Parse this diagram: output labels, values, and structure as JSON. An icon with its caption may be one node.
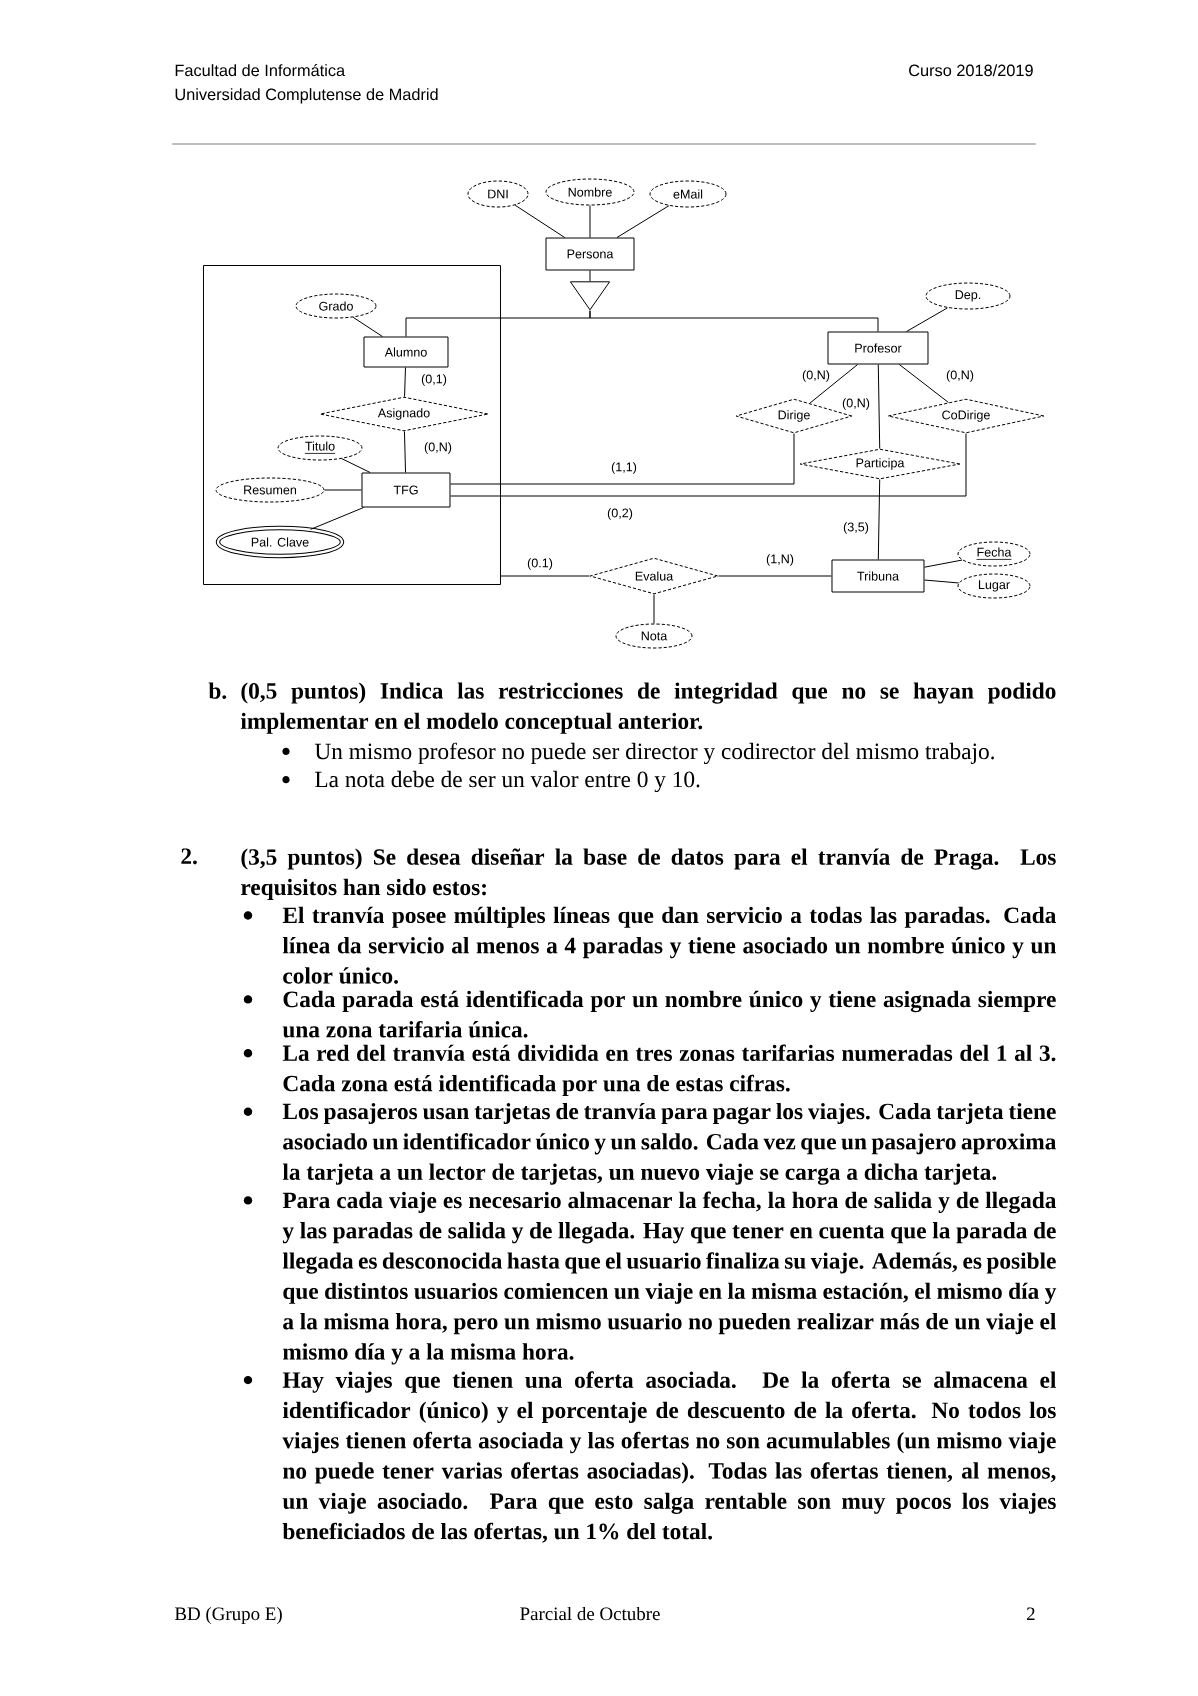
{
  "diagram": {
    "nodes": [
      {
        "text": [
          "DNI"
        ]
      },
      {
        "text": [
          "Nombre"
        ]
      },
      {
        "text": [
          "eMail"
        ]
      },
      {
        "text": [
          "Persona"
        ]
      },
      {
        "text": [],
        "shape": "triangle"
      },
      {
        "text": [],
        "shape": "box"
      },
      {
        "text": [
          "Grado"
        ],
        "in": 5
      },
      {
        "text": [
          "Alumno"
        ],
        "in": 5
      },
      {
        "text": [
          "Asignado"
        ],
        "in": 5
      },
      {
        "text": [
          "Titulo"
        ],
        "in": 5
      },
      {
        "text": [
          "Resumen"
        ],
        "in": 5
      },
      {
        "text": [
          "TFG"
        ],
        "in": 5
      },
      {
        "text": [
          "Pal. Clave"
        ],
        "in": 5
      },
      {
        "text": [
          "Dep."
        ]
      },
      {
        "text": [
          "Profesor"
        ]
      },
      {
        "text": [
          "Dirige"
        ]
      },
      {
        "text": [
          "CoDirige"
        ]
      },
      {
        "text": [
          "Participa"
        ]
      },
      {
        "text": [
          "Evalua"
        ]
      },
      {
        "text": [
          "Tribuna"
        ]
      },
      {
        "text": [
          "Fecha"
        ]
      },
      {
        "text": [
          "Lugar"
        ]
      },
      {
        "text": [
          "Nota"
        ]
      }
    ],
    "edges": [
      {
        "from": 0,
        "to": 3,
        "arrow": "none"
      },
      {
        "from": 1,
        "to": 3,
        "arrow": "none"
      },
      {
        "from": 2,
        "to": 3,
        "arrow": "none"
      },
      {
        "from": 3,
        "to": 4,
        "arrow": "none"
      },
      {
        "from": 4,
        "to": 7,
        "arrow": "none"
      },
      {
        "from": 4,
        "to": 14,
        "arrow": "none"
      },
      {
        "from": 6,
        "to": 7,
        "arrow": "none"
      },
      {
        "from": 7,
        "to": 8,
        "arrow": "none",
        "label": "(0,1)"
      },
      {
        "from": 8,
        "to": 11,
        "arrow": "none",
        "label": "(0,N)"
      },
      {
        "from": 9,
        "to": 11,
        "arrow": "none"
      },
      {
        "from": 10,
        "to": 11,
        "arrow": "none"
      },
      {
        "from": 12,
        "to": 11,
        "arrow": "none"
      },
      {
        "from": 13,
        "to": 14,
        "arrow": "none"
      },
      {
        "from": 14,
        "to": 15,
        "arrow": "none",
        "label": "(0,N)"
      },
      {
        "from": 14,
        "to": 17,
        "arrow": "none",
        "label": "(0,N)"
      },
      {
        "from": 14,
        "to": 16,
        "arrow": "none",
        "label": "(0,N)"
      },
      {
        "from": 11,
        "to": 15,
        "arrow": "none",
        "label": "(1,1)"
      },
      {
        "from": 11,
        "to": 16,
        "arrow": "none",
        "label": "(0,2)"
      },
      {
        "from": 17,
        "to": 19,
        "arrow": "none",
        "label": "(3,5)"
      },
      {
        "from": 5,
        "to": 18,
        "arrow": "none",
        "label": "(0.1)"
      },
      {
        "from": 18,
        "to": 19,
        "arrow": "none",
        "label": "(1,N)"
      },
      {
        "from": 20,
        "to": 19,
        "arrow": "none"
      },
      {
        "from": 21,
        "to": 19,
        "arrow": "none"
      },
      {
        "from": 22,
        "to": 18,
        "arrow": "none"
      }
    ],
    "labels": [
      "Facultad de Informática",
      "Universidad Complutense de Madrid",
      "Curso 2018/2019",
      "b.",
      "(0,5 puntos) Indica las restricciones de integridad que no se hayan podido implementar en el modelo conceptual anterior.",
      "Un mismo profesor no puede ser director y codirector del mismo trabajo.",
      "La nota debe de ser un valor entre 0 y 10.",
      "2.",
      "(3,5 puntos) Se desea diseñar la base de datos para el tranvía de Praga. Los requisitos han sido estos:",
      "El tranvía posee múltiples líneas que dan servicio a todas las paradas. Cada línea da servicio al menos a 4 paradas y tiene asociado un nombre único y un color único.",
      "Cada parada está identificada por un nombre único y tiene asignada siempre una zona tarifaria única.",
      "La red del tranvía está dividida en tres zonas tarifarias numeradas del 1 al 3. Cada zona está identificada por una de estas cifras.",
      "Los pasajeros usan tarjetas de tranvía para pagar los viajes. Cada tarjeta tiene asociado un identificador único y un saldo. Cada vez que un pasajero aproxima la tarjeta a un lector de tarjetas, un nuevo viaje se carga a dicha tarjeta.",
      "Para cada viaje es necesario almacenar la fecha, la hora de salida y de llegada y las paradas de salida y de llegada. Hay que tener en cuenta que la parada de llegada es desconocida hasta que el usuario finaliza su viaje. Además, es posible que distintos usuarios comiencen un viaje en la misma estación, el mismo día y a la misma hora, pero un mismo usuario no pueden realizar más de un viaje el mismo día y a la misma hora.",
      "Hay viajes que tienen una oferta asociada. De la oferta se almacena el identificador (único) y el porcentaje de descuento de la oferta. No todos los viajes tienen oferta asociada y las ofertas no son acumulables (un mismo viaje no puede tener varias ofertas asociadas). Todas las ofertas tienen, al menos, un viaje asociado. Para que esto salga rentable son muy pocos los viajes beneficiados de las ofertas, un 1% del total.",
      "BD (Grupo E)",
      "Parcial de Octubre",
      "2"
    ]
  }
}
